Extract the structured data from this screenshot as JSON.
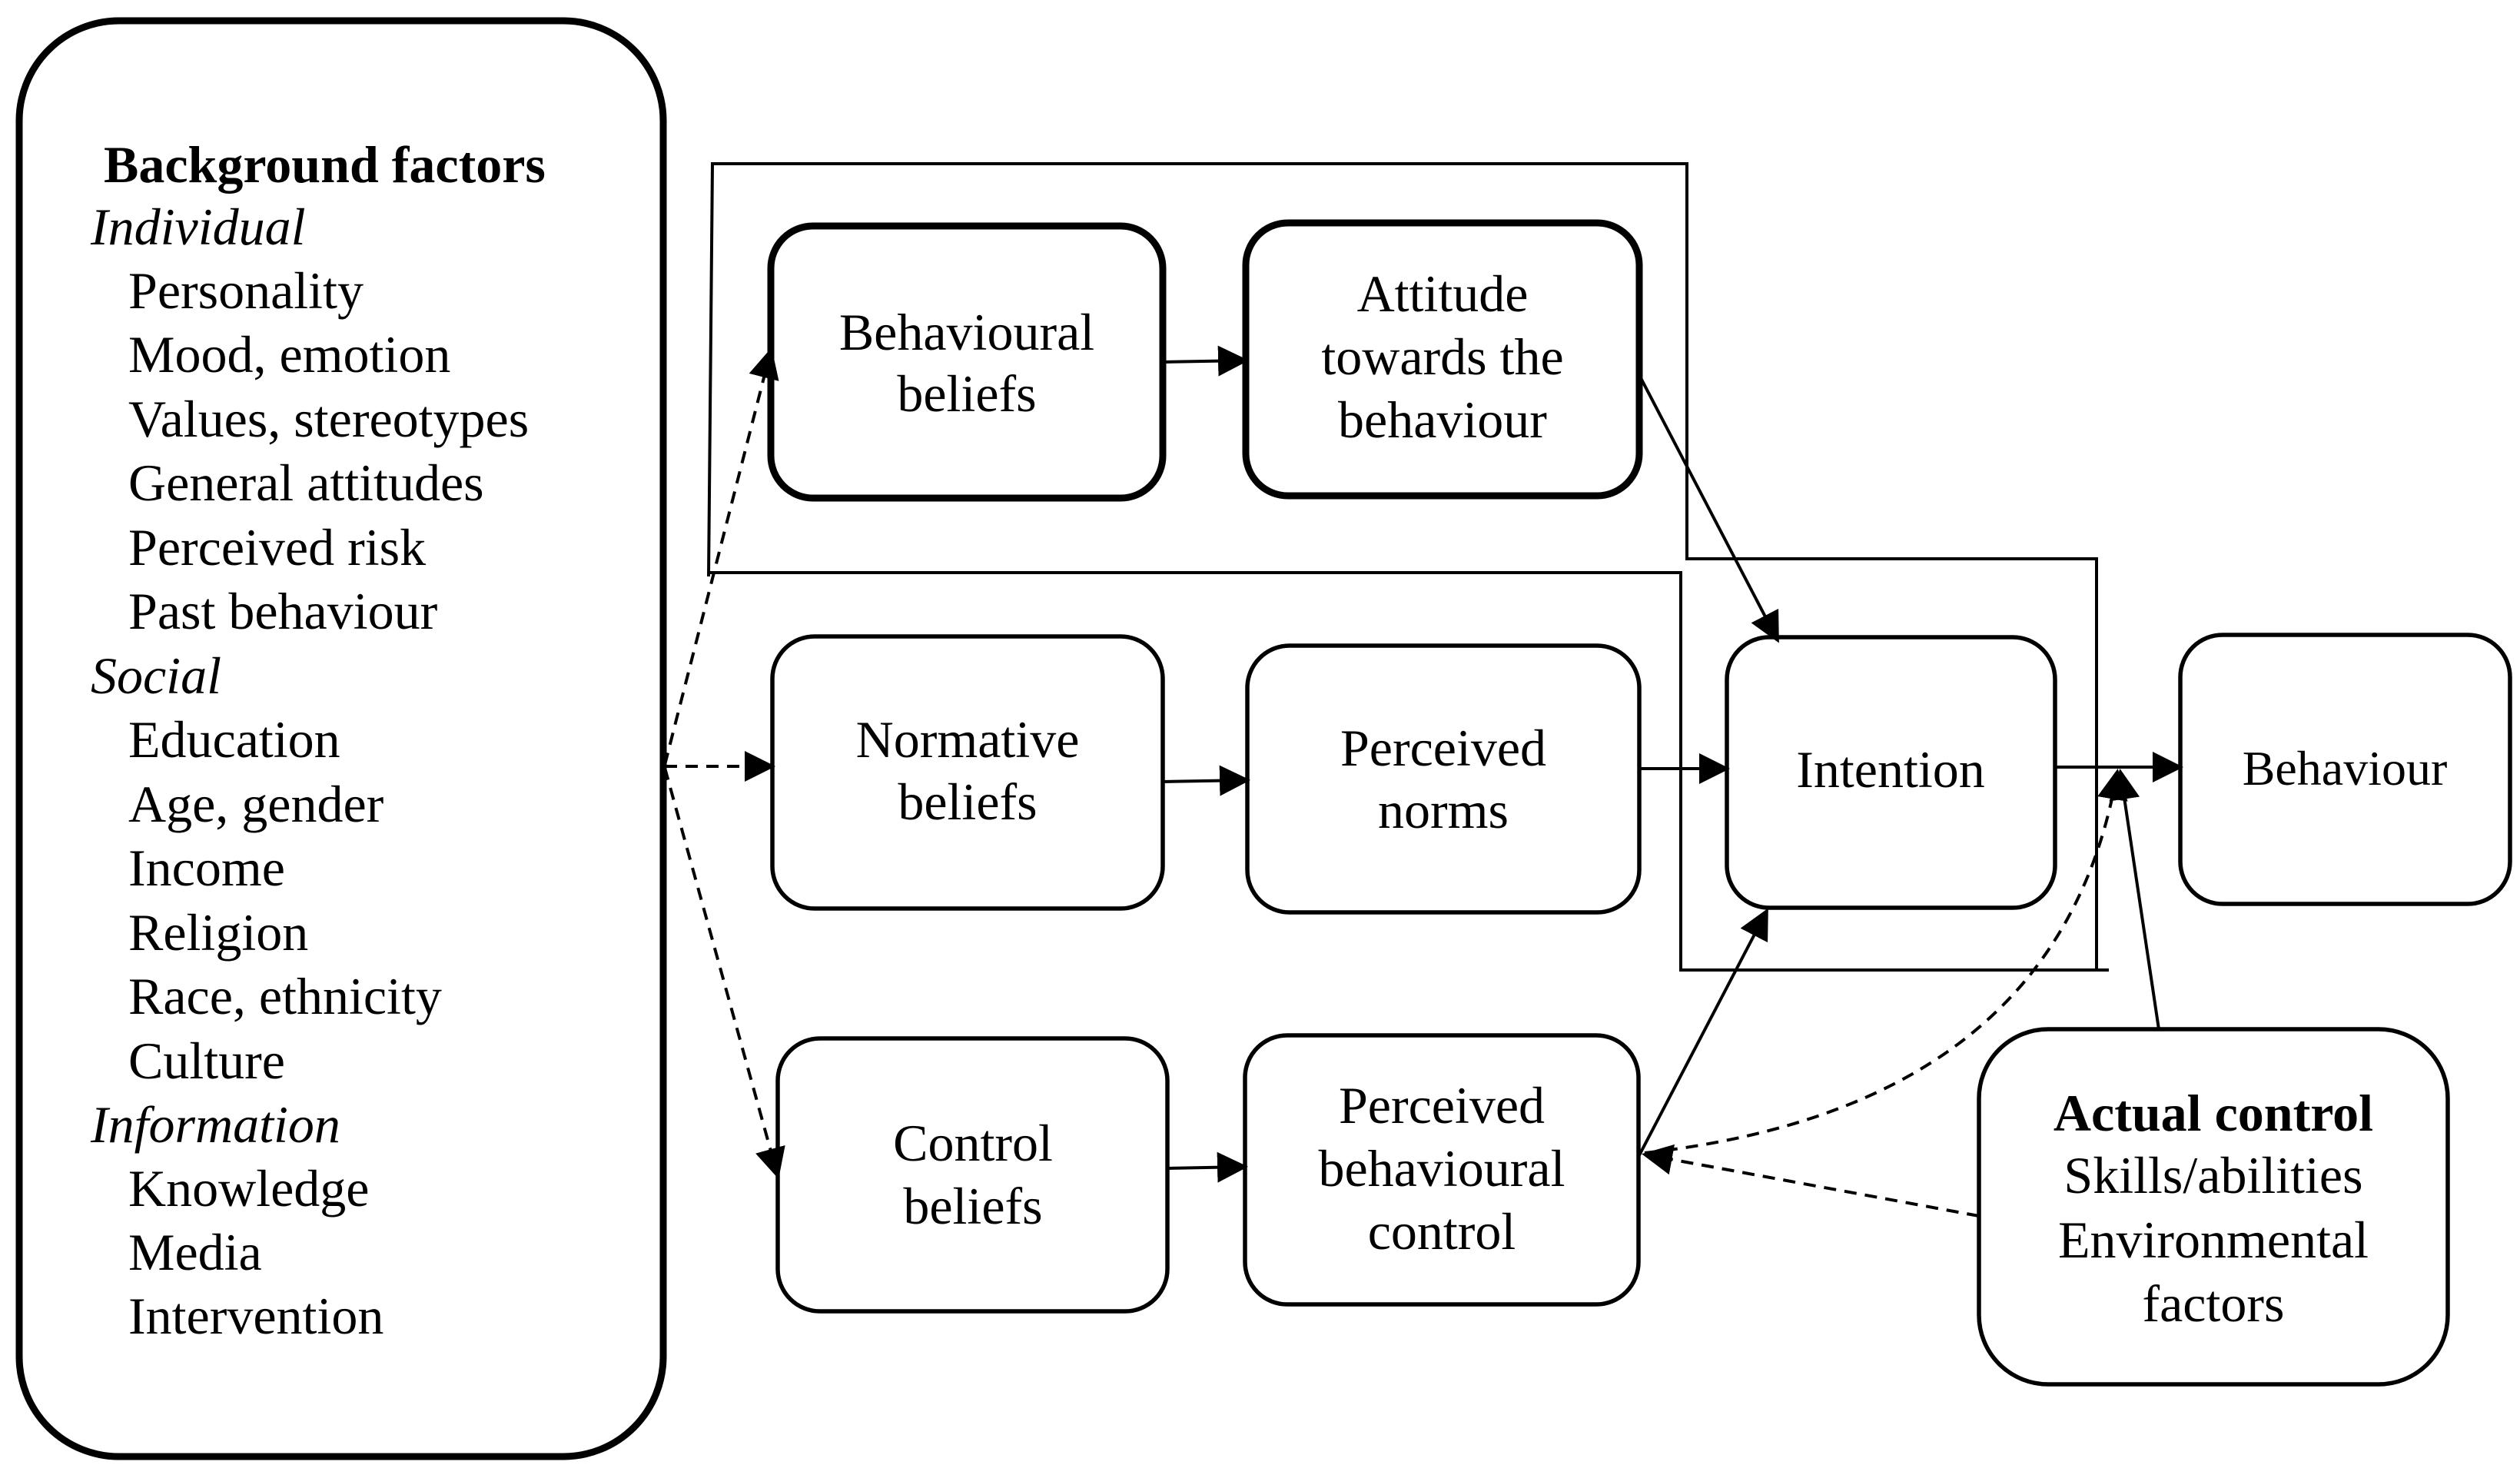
{
  "background_factors": {
    "title": "Background factors",
    "groups": [
      {
        "heading": "Individual",
        "items": [
          "Personality",
          "Mood, emotion",
          "Values, stereotypes",
          "General attitudes",
          "Perceived risk",
          "Past behaviour"
        ]
      },
      {
        "heading": "Social",
        "items": [
          "Education",
          "Age, gender",
          "Income",
          "Religion",
          "Race, ethnicity",
          "Culture"
        ]
      },
      {
        "heading": "Information",
        "items": [
          "Knowledge",
          "Media",
          "Intervention"
        ]
      }
    ]
  },
  "nodes": {
    "behavioural_beliefs": [
      "Behavioural",
      "beliefs"
    ],
    "attitude": [
      "Attitude",
      "towards the",
      "behaviour"
    ],
    "normative_beliefs": [
      "Normative",
      "beliefs"
    ],
    "perceived_norms": [
      "Perceived",
      "norms"
    ],
    "control_beliefs": [
      "Control",
      "beliefs"
    ],
    "pbc": [
      "Perceived",
      "behavioural",
      "control"
    ],
    "intention": [
      "Intention"
    ],
    "behaviour": [
      "Behaviour"
    ],
    "actual_control": {
      "title": "Actual control",
      "lines": [
        "Skills/abilities",
        "Environmental",
        "factors"
      ]
    }
  }
}
